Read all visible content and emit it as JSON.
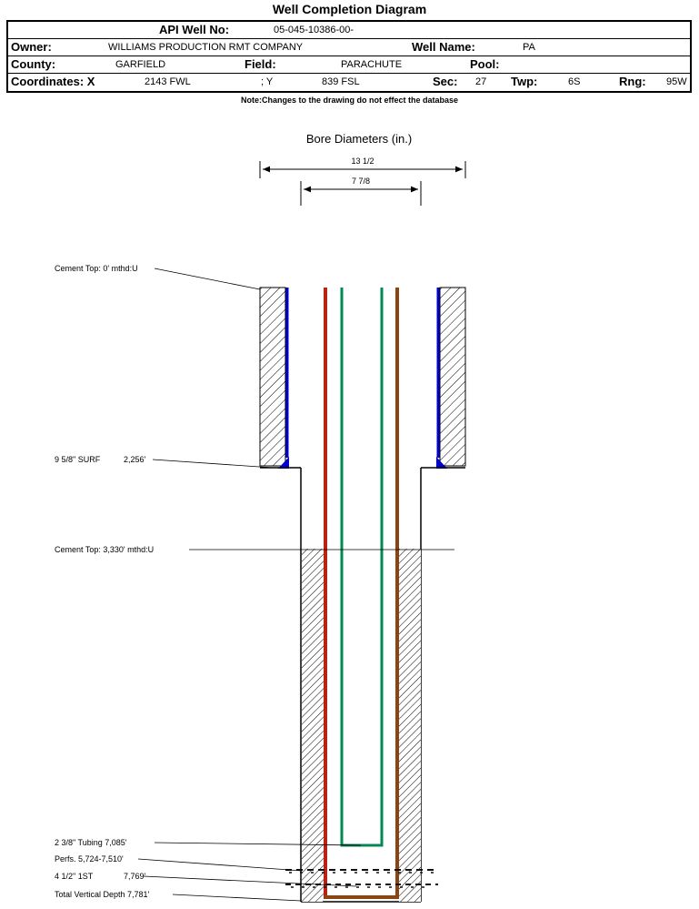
{
  "header": {
    "title": "Well Completion Diagram",
    "api": {
      "label": "API Well No:",
      "value": "05-045-10386-00-"
    },
    "owner": {
      "label": "Owner:",
      "value": "WILLIAMS PRODUCTION RMT COMPANY"
    },
    "well_name": {
      "label": "Well Name:",
      "value": "PA"
    },
    "county": {
      "label": "County:",
      "value": "GARFIELD"
    },
    "field": {
      "label": "Field:",
      "value": "PARACHUTE"
    },
    "pool": {
      "label": "Pool:",
      "value": ""
    },
    "coordinates": {
      "label": "Coordinates: X",
      "x_value": "2143 FWL",
      "y_label": "; Y",
      "y_value": "839 FSL"
    },
    "sec": {
      "label": "Sec:",
      "value": "27"
    },
    "twp": {
      "label": "Twp:",
      "value": "6S"
    },
    "rng": {
      "label": "Rng:",
      "value": "95W"
    },
    "note": "Note:Changes to the drawing do not effect the database"
  },
  "diagram": {
    "bore_title": "Bore Diameters (in.)",
    "dim_outer": "13 1/2",
    "dim_inner": "7 7/8",
    "annotations": {
      "cement_top_surface": "Cement Top: 0' mthd:U",
      "surface_casing": "9 5/8\" SURF",
      "surface_casing_depth": "2,256'",
      "cement_top_production": "Cement Top: 3,330' mthd:U",
      "tubing": "2 3/8\" Tubing 7,085'",
      "perfs": "Perfs. 5,724-7,510'",
      "production_casing": "4 1/2\" 1ST",
      "production_casing_depth": "7,769'",
      "total_vertical_depth": "Total Vertical Depth 7,781'"
    },
    "colors": {
      "cement": "#0000cc",
      "casing_left": "#bb2211",
      "casing_right": "#8b4513",
      "tubing": "#008855"
    }
  }
}
